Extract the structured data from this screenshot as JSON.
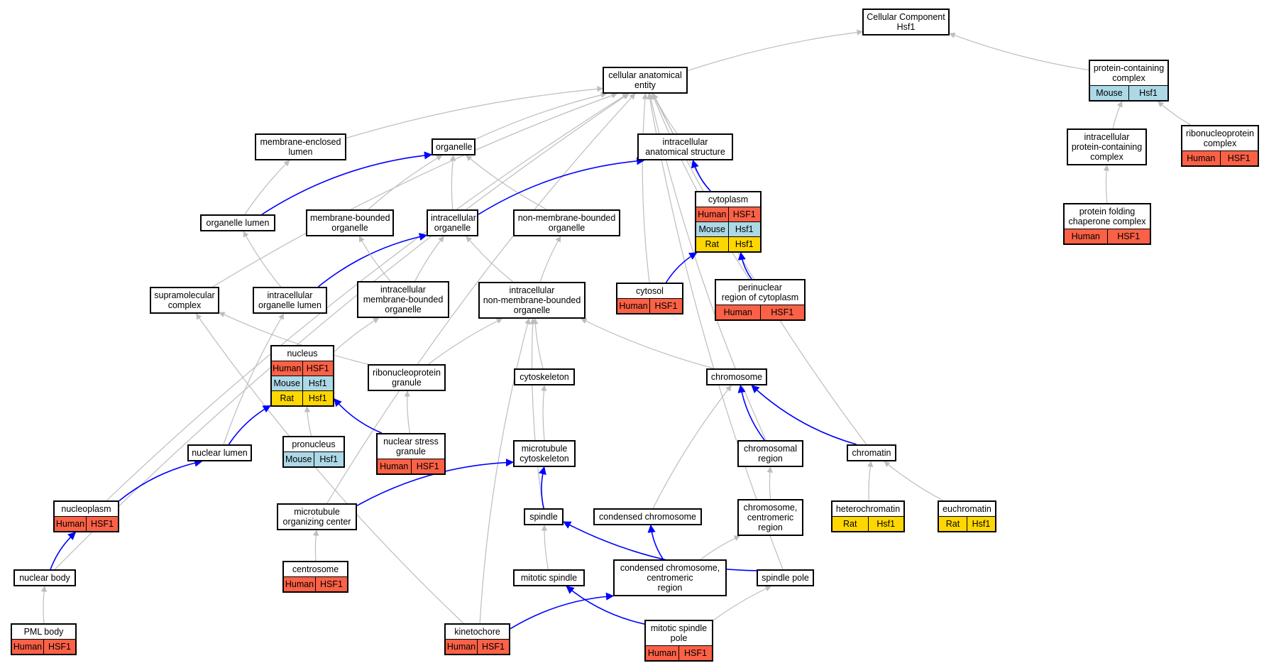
{
  "colors": {
    "human": "#fa6146",
    "mouse": "#add8e6",
    "rat": "#ffd700",
    "regulates_edge": "#0000ff",
    "isa_edge": "#bdbdbd"
  },
  "nodes": {
    "root": {
      "label": "Cellular Component\nHsf1",
      "ann": []
    },
    "cae": {
      "label": "cellular anatomical\nentity",
      "ann": []
    },
    "pcc": {
      "label": "protein-containing\ncomplex",
      "ann": [
        [
          "Mouse",
          "Hsf1"
        ]
      ]
    },
    "mel": {
      "label": "membrane-enclosed\nlumen",
      "ann": []
    },
    "org": {
      "label": "organelle",
      "ann": []
    },
    "ias": {
      "label": "intracellular\nanatomical structure",
      "ann": []
    },
    "icpcc": {
      "label": "intracellular\nprotein-containing\ncomplex",
      "ann": []
    },
    "rnpc": {
      "label": "ribonucleoprotein\ncomplex",
      "ann": [
        [
          "Human",
          "HSF1"
        ]
      ]
    },
    "orglum": {
      "label": "organelle lumen",
      "ann": []
    },
    "mbo": {
      "label": "membrane-bounded\norganelle",
      "ann": []
    },
    "ico": {
      "label": "intracellular\norganelle",
      "ann": []
    },
    "nmbo": {
      "label": "non-membrane-bounded\norganelle",
      "ann": []
    },
    "cyto": {
      "label": "cytoplasm",
      "ann": [
        [
          "Human",
          "HSF1"
        ],
        [
          "Mouse",
          "Hsf1"
        ],
        [
          "Rat",
          "Hsf1"
        ]
      ]
    },
    "pfcc": {
      "label": "protein folding\nchaperone complex",
      "ann": [
        [
          "Human",
          "HSF1"
        ]
      ]
    },
    "smc": {
      "label": "supramolecular\ncomplex",
      "ann": []
    },
    "icol": {
      "label": "intracellular\norganelle lumen",
      "ann": []
    },
    "imbo": {
      "label": "intracellular\nmembrane-bounded\norganelle",
      "ann": []
    },
    "inmbo": {
      "label": "intracellular\nnon-membrane-bounded\norganelle",
      "ann": []
    },
    "cytosol": {
      "label": "cytosol",
      "ann": [
        [
          "Human",
          "HSF1"
        ]
      ]
    },
    "perinuc": {
      "label": "perinuclear\nregion of cytoplasm",
      "ann": [
        [
          "Human",
          "HSF1"
        ]
      ]
    },
    "nucleus": {
      "label": "nucleus",
      "ann": [
        [
          "Human",
          "HSF1"
        ],
        [
          "Mouse",
          "Hsf1"
        ],
        [
          "Rat",
          "Hsf1"
        ]
      ]
    },
    "rnpg": {
      "label": "ribonucleoprotein\ngranule",
      "ann": []
    },
    "cytosk": {
      "label": "cytoskeleton",
      "ann": []
    },
    "chrom": {
      "label": "chromosome",
      "ann": []
    },
    "pronuc": {
      "label": "pronucleus",
      "ann": [
        [
          "Mouse",
          "Hsf1"
        ]
      ]
    },
    "nsg": {
      "label": "nuclear stress\ngranule",
      "ann": [
        [
          "Human",
          "HSF1"
        ]
      ]
    },
    "nuclum": {
      "label": "nuclear lumen",
      "ann": []
    },
    "mtcs": {
      "label": "microtubule\ncytoskeleton",
      "ann": []
    },
    "chrreg": {
      "label": "chromosomal\nregion",
      "ann": []
    },
    "chromatin": {
      "label": "chromatin",
      "ann": []
    },
    "nucleoplasm": {
      "label": "nucleoplasm",
      "ann": [
        [
          "Human",
          "HSF1"
        ]
      ]
    },
    "mtoc": {
      "label": "microtubule\norganizing center",
      "ann": []
    },
    "spindle": {
      "label": "spindle",
      "ann": []
    },
    "condchr": {
      "label": "condensed chromosome",
      "ann": []
    },
    "chrcen": {
      "label": "chromosome,\ncentromeric\nregion",
      "ann": []
    },
    "heterochr": {
      "label": "heterochromatin",
      "ann": [
        [
          "Rat",
          "Hsf1"
        ]
      ]
    },
    "euchr": {
      "label": "euchromatin",
      "ann": [
        [
          "Rat",
          "Hsf1"
        ]
      ]
    },
    "centrosome": {
      "label": "centrosome",
      "ann": [
        [
          "Human",
          "HSF1"
        ]
      ]
    },
    "nucbody": {
      "label": "nuclear body",
      "ann": []
    },
    "mitspin": {
      "label": "mitotic spindle",
      "ann": []
    },
    "condcen": {
      "label": "condensed chromosome,\ncentromeric\nregion",
      "ann": []
    },
    "spinpole": {
      "label": "spindle pole",
      "ann": []
    },
    "pml": {
      "label": "PML body",
      "ann": [
        [
          "Human",
          "HSF1"
        ]
      ]
    },
    "kineto": {
      "label": "kinetochore",
      "ann": [
        [
          "Human",
          "HSF1"
        ]
      ]
    },
    "msp": {
      "label": "mitotic spindle\npole",
      "ann": [
        [
          "Human",
          "HSF1"
        ]
      ]
    }
  },
  "edges": [
    {
      "from": "cae",
      "to": "root",
      "type": "is_a"
    },
    {
      "from": "pcc",
      "to": "root",
      "type": "is_a"
    },
    {
      "from": "mel",
      "to": "cae",
      "type": "is_a"
    },
    {
      "from": "org",
      "to": "cae",
      "type": "is_a"
    },
    {
      "from": "ias",
      "to": "cae",
      "type": "is_a"
    },
    {
      "from": "smc",
      "to": "cae",
      "type": "is_a"
    },
    {
      "from": "cytosol",
      "to": "cae",
      "type": "is_a"
    },
    {
      "from": "cyto",
      "to": "cae",
      "type": "is_a"
    },
    {
      "from": "perinuc",
      "to": "cae",
      "type": "is_a"
    },
    {
      "from": "chrreg",
      "to": "cae",
      "type": "is_a"
    },
    {
      "from": "chromatin",
      "to": "cae",
      "type": "is_a"
    },
    {
      "from": "spinpole",
      "to": "cae",
      "type": "is_a"
    },
    {
      "from": "nucleoplasm",
      "to": "cae",
      "type": "is_a"
    },
    {
      "from": "nucbody",
      "to": "cae",
      "type": "is_a"
    },
    {
      "from": "mtoc",
      "to": "cae",
      "type": "is_a"
    },
    {
      "from": "icpcc",
      "to": "pcc",
      "type": "is_a"
    },
    {
      "from": "rnpc",
      "to": "pcc",
      "type": "is_a"
    },
    {
      "from": "pfcc",
      "to": "icpcc",
      "type": "is_a"
    },
    {
      "from": "orglum",
      "to": "mel",
      "type": "is_a"
    },
    {
      "from": "orglum",
      "to": "org",
      "type": "part_of"
    },
    {
      "from": "mbo",
      "to": "org",
      "type": "is_a"
    },
    {
      "from": "ico",
      "to": "org",
      "type": "is_a"
    },
    {
      "from": "nmbo",
      "to": "org",
      "type": "is_a"
    },
    {
      "from": "ico",
      "to": "ias",
      "type": "part_of"
    },
    {
      "from": "cyto",
      "to": "ias",
      "type": "part_of"
    },
    {
      "from": "icol",
      "to": "orglum",
      "type": "is_a"
    },
    {
      "from": "icol",
      "to": "ico",
      "type": "part_of"
    },
    {
      "from": "imbo",
      "to": "mbo",
      "type": "is_a"
    },
    {
      "from": "imbo",
      "to": "ico",
      "type": "is_a"
    },
    {
      "from": "inmbo",
      "to": "ico",
      "type": "is_a"
    },
    {
      "from": "inmbo",
      "to": "nmbo",
      "type": "is_a"
    },
    {
      "from": "cytosol",
      "to": "cyto",
      "type": "part_of"
    },
    {
      "from": "perinuc",
      "to": "cyto",
      "type": "part_of"
    },
    {
      "from": "nucleus",
      "to": "imbo",
      "type": "is_a"
    },
    {
      "from": "rnpg",
      "to": "smc",
      "type": "is_a"
    },
    {
      "from": "rnpg",
      "to": "inmbo",
      "type": "is_a"
    },
    {
      "from": "cytosk",
      "to": "inmbo",
      "type": "is_a"
    },
    {
      "from": "chrom",
      "to": "inmbo",
      "type": "is_a"
    },
    {
      "from": "spindle",
      "to": "inmbo",
      "type": "is_a"
    },
    {
      "from": "kineto",
      "to": "inmbo",
      "type": "is_a"
    },
    {
      "from": "kineto",
      "to": "smc",
      "type": "is_a"
    },
    {
      "from": "nuclum",
      "to": "icol",
      "type": "is_a"
    },
    {
      "from": "nuclum",
      "to": "nucleus",
      "type": "part_of"
    },
    {
      "from": "pronuc",
      "to": "nucleus",
      "type": "is_a"
    },
    {
      "from": "nsg",
      "to": "nucleus",
      "type": "part_of"
    },
    {
      "from": "nsg",
      "to": "rnpg",
      "type": "is_a"
    },
    {
      "from": "mtcs",
      "to": "cytosk",
      "type": "is_a"
    },
    {
      "from": "chrreg",
      "to": "chrom",
      "type": "part_of"
    },
    {
      "from": "chromatin",
      "to": "chrom",
      "type": "part_of"
    },
    {
      "from": "condchr",
      "to": "chrom",
      "type": "is_a"
    },
    {
      "from": "nucleoplasm",
      "to": "nuclum",
      "type": "part_of"
    },
    {
      "from": "mtoc",
      "to": "mtcs",
      "type": "part_of"
    },
    {
      "from": "spindle",
      "to": "mtcs",
      "type": "part_of"
    },
    {
      "from": "chrcen",
      "to": "chrreg",
      "type": "is_a"
    },
    {
      "from": "heterochr",
      "to": "chromatin",
      "type": "is_a"
    },
    {
      "from": "euchr",
      "to": "chromatin",
      "type": "is_a"
    },
    {
      "from": "centrosome",
      "to": "mtoc",
      "type": "is_a"
    },
    {
      "from": "nucbody",
      "to": "nucleoplasm",
      "type": "part_of"
    },
    {
      "from": "mitspin",
      "to": "spindle",
      "type": "is_a"
    },
    {
      "from": "spinpole",
      "to": "spindle",
      "type": "part_of"
    },
    {
      "from": "condcen",
      "to": "chrcen",
      "type": "is_a"
    },
    {
      "from": "condcen",
      "to": "condchr",
      "type": "part_of"
    },
    {
      "from": "pml",
      "to": "nucbody",
      "type": "is_a"
    },
    {
      "from": "kineto",
      "to": "condcen",
      "type": "part_of"
    },
    {
      "from": "msp",
      "to": "mitspin",
      "type": "part_of"
    },
    {
      "from": "msp",
      "to": "spinpole",
      "type": "is_a"
    }
  ]
}
